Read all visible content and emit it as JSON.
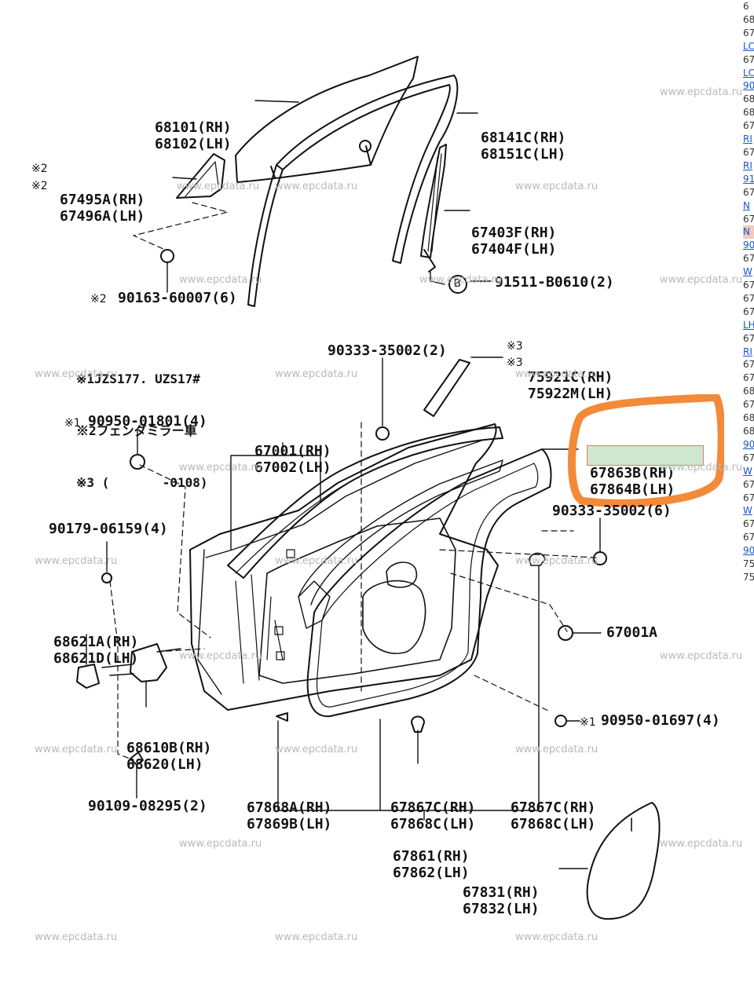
{
  "watermark": "www.epcdata.ru",
  "notes": [
    "※1JZS177. UZS17#",
    "※2フェンダミラー車",
    "※3 (       -0108)"
  ],
  "parts": {
    "p68101": [
      "68101(RH)",
      "68102(LH)"
    ],
    "p68141": [
      "68141C(RH)",
      "68151C(LH)"
    ],
    "p67495": [
      "67495A(RH)",
      "67496A(LH)"
    ],
    "p67403": [
      "67403F(RH)",
      "67404F(LH)"
    ],
    "p90163": "90163-60007(6)",
    "p91511": "91511-B0610(2)",
    "p90333a": "90333-35002(2)",
    "p75921": [
      "75921C(RH)",
      "75922M(LH)"
    ],
    "p90950a": "90950-01801(4)",
    "p67001": [
      "67001(RH)",
      "67002(LH)"
    ],
    "p67863": [
      "67863B(RH)",
      "67864B(LH)"
    ],
    "p90333b": "90333-35002(6)",
    "p90179": "90179-06159(4)",
    "p68621": [
      "68621A(RH)",
      "68621D(LH)"
    ],
    "p67001A": "67001A",
    "p68610": [
      "68610B(RH)",
      "68620(LH)"
    ],
    "p90950b": "90950-01697(4)",
    "p67868a": [
      "67868A(RH)",
      "67869B(LH)"
    ],
    "p67867a": [
      "67867C(RH)",
      "67868C(LH)"
    ],
    "p67867b": [
      "67867C(RH)",
      "67868C(LH)"
    ],
    "p90109": "90109-08295(2)",
    "p67861": [
      "67861(RH)",
      "67862(LH)"
    ],
    "p67831": [
      "67831(RH)",
      "67832(LH)"
    ]
  },
  "marks": {
    "m1": "※1",
    "m2": "※2",
    "m3": "※3",
    "circleB": "B"
  },
  "right_column": [
    {
      "text": "6",
      "style": "plain"
    },
    {
      "text": "68",
      "style": "plain"
    },
    {
      "text": "67",
      "style": "plain"
    },
    {
      "text": "LC",
      "style": "link"
    },
    {
      "text": "67",
      "style": "plain"
    },
    {
      "text": "LC",
      "style": "link"
    },
    {
      "text": "90",
      "style": "link"
    },
    {
      "text": "68",
      "style": "plain"
    },
    {
      "text": "68",
      "style": "plain"
    },
    {
      "text": "67",
      "style": "plain"
    },
    {
      "text": "RI",
      "style": "link"
    },
    {
      "text": "67",
      "style": "plain"
    },
    {
      "text": "RI",
      "style": "link"
    },
    {
      "text": "91",
      "style": "link"
    },
    {
      "text": "67",
      "style": "plain"
    },
    {
      "text": "N",
      "style": "link"
    },
    {
      "text": "67",
      "style": "plain"
    },
    {
      "text": "N",
      "style": "hl"
    },
    {
      "text": "90",
      "style": "link"
    },
    {
      "text": "67",
      "style": "plain"
    },
    {
      "text": "W",
      "style": "link"
    },
    {
      "text": "67",
      "style": "plain"
    },
    {
      "text": "67",
      "style": "plain"
    },
    {
      "text": "67",
      "style": "plain"
    },
    {
      "text": "LH",
      "style": "link"
    },
    {
      "text": "67",
      "style": "plain"
    },
    {
      "text": "RI",
      "style": "link"
    },
    {
      "text": "67",
      "style": "plain"
    },
    {
      "text": "67",
      "style": "plain"
    },
    {
      "text": "68",
      "style": "plain"
    },
    {
      "text": "67",
      "style": "plain"
    },
    {
      "text": "68",
      "style": "plain"
    },
    {
      "text": "68",
      "style": "plain"
    },
    {
      "text": "90",
      "style": "link"
    },
    {
      "text": "67",
      "style": "plain"
    },
    {
      "text": "W",
      "style": "link"
    },
    {
      "text": "67",
      "style": "plain"
    },
    {
      "text": "67",
      "style": "plain"
    },
    {
      "text": "W",
      "style": "link"
    },
    {
      "text": "67",
      "style": "plain"
    },
    {
      "text": "67",
      "style": "plain"
    },
    {
      "text": "90",
      "style": "link"
    },
    {
      "text": "75",
      "style": "plain"
    },
    {
      "text": "75",
      "style": "plain"
    }
  ]
}
